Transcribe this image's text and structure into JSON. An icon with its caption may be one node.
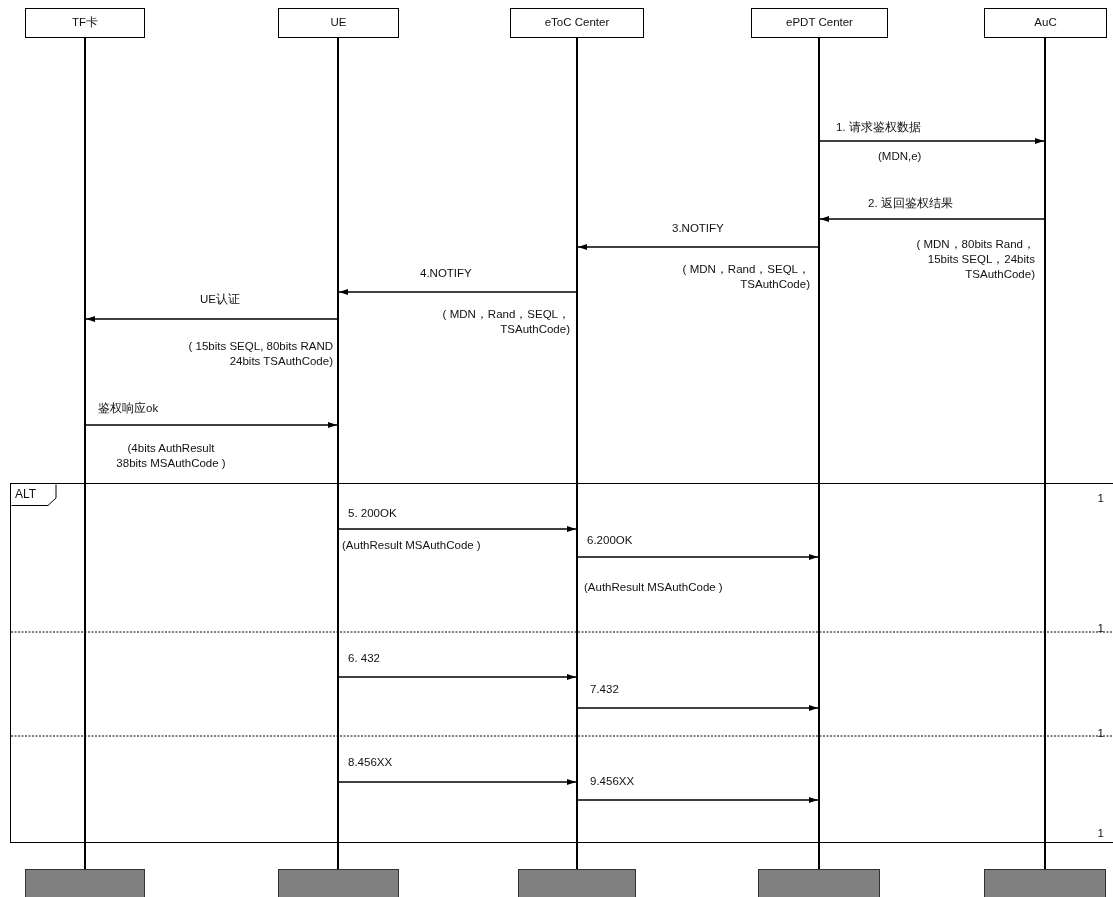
{
  "diagram": {
    "nodes": [
      {
        "text": [
          "TF卡"
        ]
      },
      {
        "text": [
          "UE"
        ]
      },
      {
        "text": [
          "eToC Center"
        ]
      },
      {
        "text": [
          "ePDT Center"
        ]
      },
      {
        "text": [
          "AuC"
        ]
      },
      {
        "text": [],
        "shape": "line"
      },
      {
        "text": [],
        "shape": "line"
      },
      {
        "text": [],
        "shape": "line"
      },
      {
        "text": [],
        "shape": "line"
      },
      {
        "text": [],
        "shape": "line"
      },
      {
        "text": [],
        "shape": "box"
      },
      {
        "text": [],
        "shape": "box"
      },
      {
        "text": [],
        "shape": "box"
      },
      {
        "text": [],
        "shape": "box"
      },
      {
        "text": [],
        "shape": "box"
      }
    ],
    "edges": [
      {
        "from": 8,
        "to": 9,
        "arrow": "to",
        "label": "1. 请求鉴权数据"
      },
      {
        "from": 9,
        "to": 8,
        "arrow": "to",
        "label": "2. 返回鉴权结果"
      },
      {
        "from": 8,
        "to": 7,
        "arrow": "to",
        "label": "3.NOTIFY"
      },
      {
        "from": 7,
        "to": 6,
        "arrow": "to",
        "label": "4.NOTIFY"
      },
      {
        "from": 6,
        "to": 5,
        "arrow": "to",
        "label": "UE认证"
      },
      {
        "from": 5,
        "to": 6,
        "arrow": "to",
        "label": "鉴权响应ok"
      },
      {
        "from": 6,
        "to": 7,
        "arrow": "to",
        "label": "5. 200OK"
      },
      {
        "from": 7,
        "to": 8,
        "arrow": "to",
        "label": "6.200OK"
      },
      {
        "from": 6,
        "to": 7,
        "arrow": "to",
        "label": "6. 432"
      },
      {
        "from": 7,
        "to": 8,
        "arrow": "to",
        "label": "7.432"
      },
      {
        "from": 6,
        "to": 7,
        "arrow": "to",
        "label": "8.456XX"
      },
      {
        "from": 7,
        "to": 8,
        "arrow": "to",
        "label": "9.456XX"
      }
    ],
    "labels": [
      "(MDN,e)",
      "( MDN，80bits Rand，15bits SEQL，24bits TSAuthCode)",
      "( MDN，Rand，SEQL，TSAuthCode)",
      "( MDN，Rand，SEQL，TSAuthCode)",
      "( 15bits SEQL, 80bits RAND 24bits TSAuthCode)",
      "(4bits AuthResult 38bits MSAuthCode )",
      "ALT",
      "1",
      "(AuthResult MSAuthCode )",
      "(AuthResult MSAuthCode )",
      "1",
      "1",
      "1"
    ]
  }
}
